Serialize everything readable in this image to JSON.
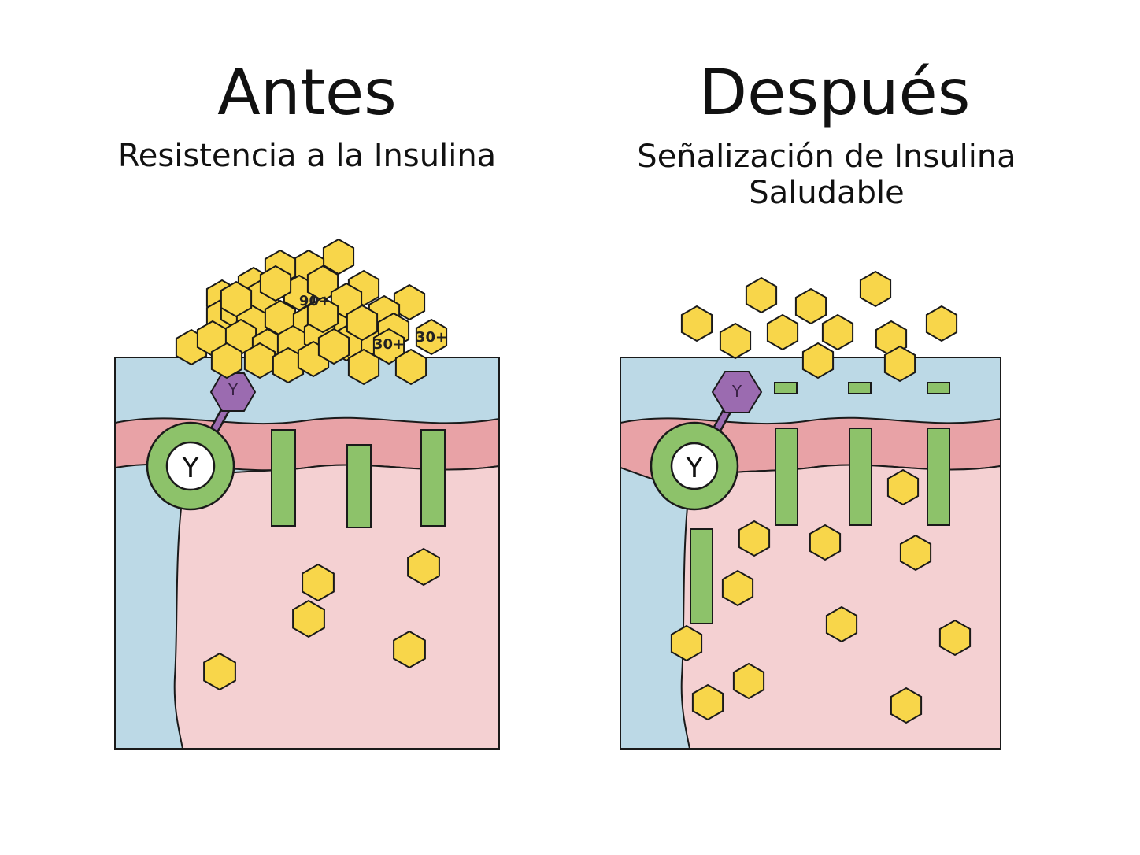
{
  "panels": [
    {
      "title": "Antes",
      "subtitle_lines": [
        "Resistencia a la Insulina"
      ],
      "receptor_label": "Y",
      "site_label": "Y",
      "cluster_labels": [
        "90+",
        "30+",
        "30+"
      ]
    },
    {
      "title": "Después",
      "subtitle_lines": [
        "Señalización de Insulina",
        "Saludable"
      ],
      "receptor_label": "Y",
      "site_label": "Y"
    }
  ],
  "colors": {
    "extracellular": "#bcd9e6",
    "membrane": "#e8a2a6",
    "cytoplasm": "#f4d0d2",
    "transporter": "#8dc26a",
    "receptor": "#8dc26a",
    "binding_site": "#9b6bb0",
    "glucose": "#f8d64a",
    "outline": "#1a1a1a"
  }
}
